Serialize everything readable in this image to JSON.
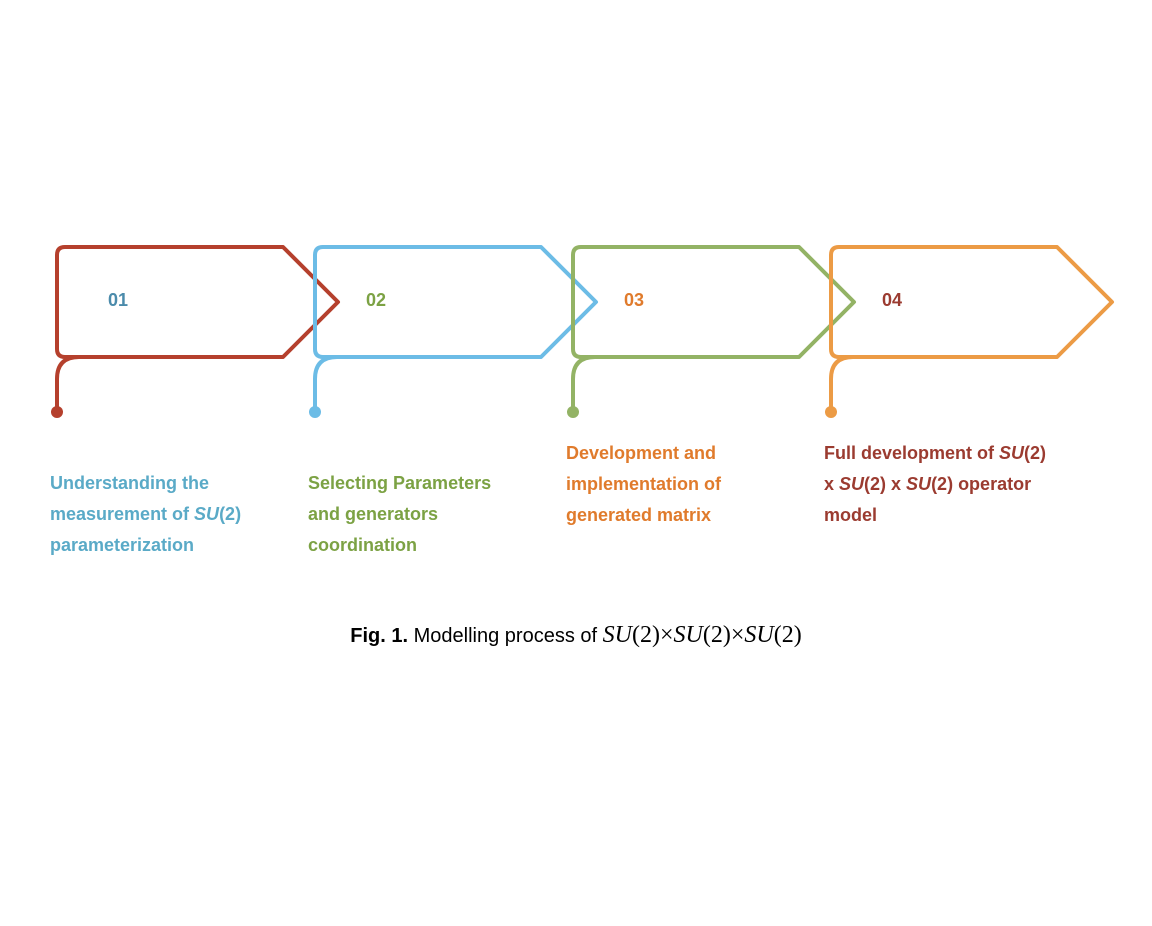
{
  "steps": [
    {
      "number": "01",
      "outline_color": "#b5402d",
      "number_color": "#4b8bab",
      "text_color": "#5aaac7",
      "description_lines": [
        [
          "Understanding the"
        ],
        [
          "measurement of ",
          {
            "italic": "SU"
          },
          "(2)"
        ],
        [
          "parameterization"
        ]
      ]
    },
    {
      "number": "02",
      "outline_color": "#6cbce6",
      "number_color": "#7ca244",
      "text_color": "#7ca244",
      "description_lines": [
        [
          "Selecting Parameters"
        ],
        [
          "and generators"
        ],
        [
          "coordination"
        ]
      ]
    },
    {
      "number": "03",
      "outline_color": "#93b365",
      "number_color": "#e07b2c",
      "text_color": "#e07b2c",
      "description_lines": [
        [
          "Development and"
        ],
        [
          "implementation of"
        ],
        [
          "generated matrix"
        ]
      ]
    },
    {
      "number": "04",
      "outline_color": "#ec9b45",
      "number_color": "#9b3b30",
      "text_color": "#9b3b30",
      "description_lines": [
        [
          "Full development of ",
          {
            "italic": "SU"
          },
          "(2)"
        ],
        [
          "x ",
          {
            "italic": "SU"
          },
          "(2) x ",
          {
            "italic": "SU"
          },
          "(2) operator"
        ],
        [
          "model"
        ]
      ]
    }
  ],
  "caption": {
    "label": "Fig. 1.",
    "text": " Modelling process of ",
    "formula_parts": [
      {
        "italic": "SU"
      },
      "(2)",
      "×",
      {
        "italic": "SU"
      },
      "(2)",
      "×",
      {
        "italic": "SU"
      },
      "(2)"
    ]
  }
}
